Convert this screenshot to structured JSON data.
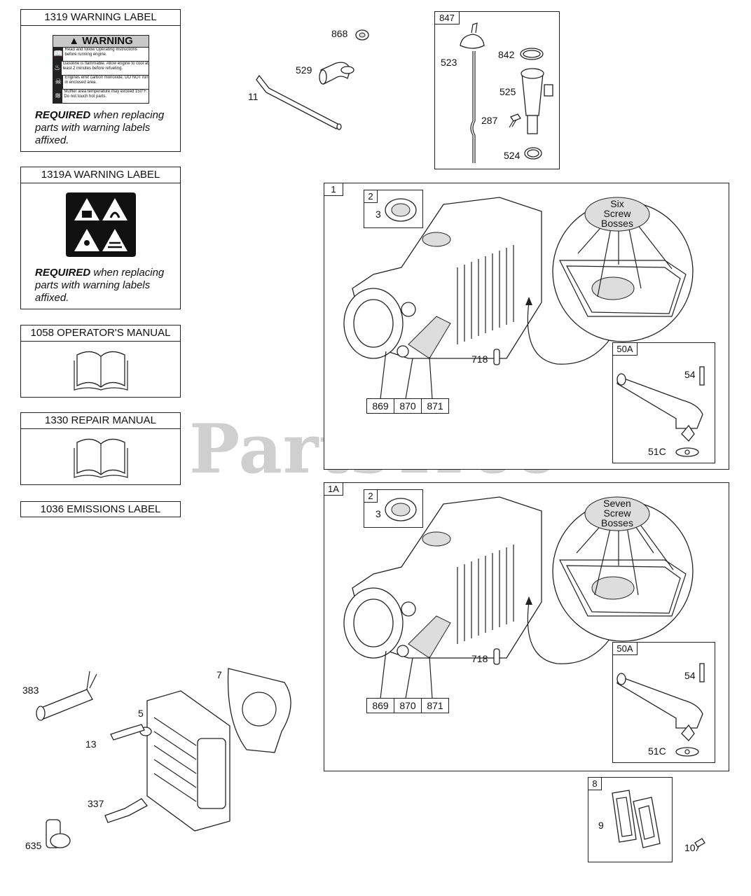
{
  "watermark": {
    "text": "PartsTree",
    "tm": "™"
  },
  "labels": {
    "warning": {
      "title": "1319 WARNING LABEL",
      "heading": "WARNING",
      "lines": [
        "Read and follow Operating Instructions before running engine.",
        "Gasoline is flammable. Allow engine to cool at least 2 minutes before refueling.",
        "Engines emit carbon monoxide, DO NOT run in enclosed area.",
        "Muffler area temperature may exceed 150°F. Do not touch hot parts."
      ],
      "req_bold": "REQUIRED",
      "req_text": " when replacing parts with warning labels affixed."
    },
    "warning_a": {
      "title": "1319A WARNING LABEL",
      "req_bold": "REQUIRED",
      "req_text": " when replacing parts with warning labels affixed."
    },
    "operators_manual": {
      "title": "1058 OPERATOR'S MANUAL"
    },
    "repair_manual": {
      "title": "1330 REPAIR MANUAL"
    },
    "emissions": {
      "title": "1036 EMISSIONS LABEL"
    }
  },
  "top_parts": {
    "p868": "868",
    "p529": "529",
    "p11": "11"
  },
  "dipstick_box": {
    "title": "847",
    "parts": {
      "p523": "523",
      "p842": "842",
      "p525": "525",
      "p287": "287",
      "p524": "524"
    }
  },
  "block1": {
    "title": "1",
    "sub_tag": "2",
    "sub_part": "3",
    "bubble": [
      "Six",
      "Screw",
      "Bosses"
    ],
    "p718": "718",
    "callouts": [
      "869",
      "870",
      "871"
    ],
    "breather": {
      "title": "50A",
      "p54": "54",
      "p51c": "51C"
    }
  },
  "block1a": {
    "title": "1A",
    "sub_tag": "2",
    "sub_part": "3",
    "bubble": [
      "Seven",
      "Screw",
      "Bosses"
    ],
    "p718": "718",
    "callouts": [
      "869",
      "870",
      "871"
    ],
    "breather": {
      "title": "50A",
      "p54": "54",
      "p51c": "51C"
    }
  },
  "head_parts": {
    "p383": "383",
    "p5": "5",
    "p7": "7",
    "p13": "13",
    "p337": "337",
    "p635": "635"
  },
  "gasket_box": {
    "title": "8",
    "p9": "9",
    "p10": "10"
  }
}
